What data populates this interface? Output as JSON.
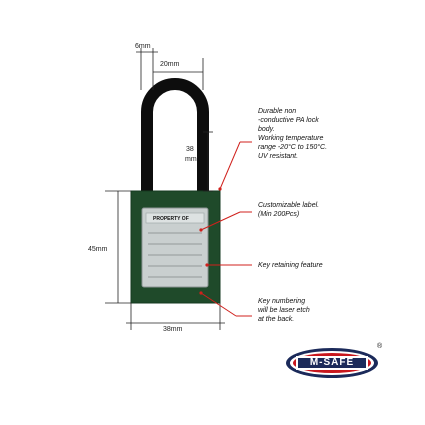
{
  "dimensions": {
    "shackle_diameter": "6mm",
    "shackle_width": "20mm",
    "shackle_clearance_value": "38",
    "shackle_clearance_unit": "mm",
    "body_height": "45mm",
    "body_width": "38mm"
  },
  "label_plate": {
    "title": "PROPERTY OF"
  },
  "features": {
    "shackle": [
      "Durable non",
      "-conductive PA lock",
      "body.",
      "Working temperature",
      "range -20°C to 150°C.",
      "UV resistant."
    ],
    "label": [
      "Customizable label.",
      "(Min 200Pcs)"
    ],
    "key_retaining": [
      "Key retaining feature"
    ],
    "key_numbering": [
      "Key numbering",
      "will be laser etch",
      "at the back."
    ]
  },
  "brand": {
    "logo_text": "M-SAFE",
    "trademark": "®"
  },
  "colors": {
    "lock_body": "#1f4a2a",
    "shackle": "#0d0d0d",
    "callout_line": "#d0201c",
    "logo_red": "#c8171d",
    "logo_navy": "#1b2a5a"
  }
}
